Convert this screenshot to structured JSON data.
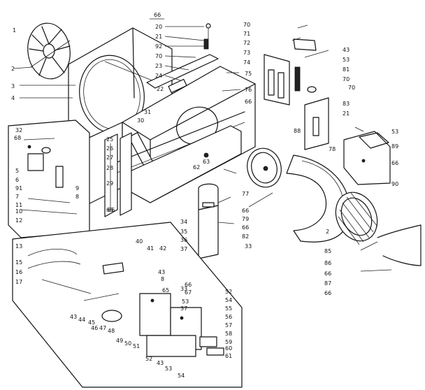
{
  "diagram": {
    "callouts": [
      {
        "id": "c1",
        "text": "66"
      },
      {
        "id": "c2",
        "text": "20"
      },
      {
        "id": "c3",
        "text": "21"
      },
      {
        "id": "c4",
        "text": "92"
      },
      {
        "id": "c5",
        "text": "70"
      },
      {
        "id": "c6",
        "text": "23"
      },
      {
        "id": "c7",
        "text": "24"
      },
      {
        "id": "c8",
        "text": "1"
      },
      {
        "id": "c9",
        "text": "2"
      },
      {
        "id": "c10",
        "text": "3"
      },
      {
        "id": "c11",
        "text": "4"
      },
      {
        "id": "c12",
        "text": "22"
      },
      {
        "id": "c13",
        "text": "30"
      },
      {
        "id": "c14",
        "text": "31"
      },
      {
        "id": "c15",
        "text": "32"
      },
      {
        "id": "c16",
        "text": "68"
      },
      {
        "id": "c17",
        "text": "5"
      },
      {
        "id": "c18",
        "text": "6"
      },
      {
        "id": "c19",
        "text": "91"
      },
      {
        "id": "c20",
        "text": "7"
      },
      {
        "id": "c21",
        "text": "11"
      },
      {
        "id": "c22",
        "text": "10"
      },
      {
        "id": "c23",
        "text": "12"
      },
      {
        "id": "c24",
        "text": "9"
      },
      {
        "id": "c25",
        "text": "8"
      },
      {
        "id": "c26",
        "text": "25"
      },
      {
        "id": "c27",
        "text": "26"
      },
      {
        "id": "c28",
        "text": "27"
      },
      {
        "id": "c29",
        "text": "28"
      },
      {
        "id": "c30",
        "text": "29"
      },
      {
        "id": "c31",
        "text": "66"
      },
      {
        "id": "c32",
        "text": "75"
      },
      {
        "id": "c33",
        "text": "76"
      },
      {
        "id": "c34",
        "text": "66"
      },
      {
        "id": "c35",
        "text": "62"
      },
      {
        "id": "c36",
        "text": "63"
      },
      {
        "id": "c37",
        "text": "70"
      },
      {
        "id": "c38",
        "text": "71"
      },
      {
        "id": "c39",
        "text": "72"
      },
      {
        "id": "c40",
        "text": "73"
      },
      {
        "id": "c41",
        "text": "74"
      },
      {
        "id": "c42",
        "text": "43"
      },
      {
        "id": "c43",
        "text": "53"
      },
      {
        "id": "c44",
        "text": "81"
      },
      {
        "id": "c45",
        "text": "70"
      },
      {
        "id": "c46",
        "text": "70"
      },
      {
        "id": "c47",
        "text": "83"
      },
      {
        "id": "c48",
        "text": "21"
      },
      {
        "id": "c49",
        "text": "88"
      },
      {
        "id": "c50",
        "text": "53"
      },
      {
        "id": "c51",
        "text": "78"
      },
      {
        "id": "c52",
        "text": "89"
      },
      {
        "id": "c53",
        "text": "66"
      },
      {
        "id": "c54",
        "text": "90"
      },
      {
        "id": "c55",
        "text": "77"
      },
      {
        "id": "c56",
        "text": "66"
      },
      {
        "id": "c57",
        "text": "79"
      },
      {
        "id": "c58",
        "text": "66"
      },
      {
        "id": "c59",
        "text": "82"
      },
      {
        "id": "c60",
        "text": "34"
      },
      {
        "id": "c61",
        "text": "35"
      },
      {
        "id": "c62",
        "text": "36"
      },
      {
        "id": "c63",
        "text": "37"
      },
      {
        "id": "c64",
        "text": "33"
      },
      {
        "id": "c65",
        "text": "2"
      },
      {
        "id": "c66",
        "text": "85"
      },
      {
        "id": "c67",
        "text": "86"
      },
      {
        "id": "c68",
        "text": "66"
      },
      {
        "id": "c69",
        "text": "87"
      },
      {
        "id": "c70",
        "text": "66"
      },
      {
        "id": "c71",
        "text": "13"
      },
      {
        "id": "c72",
        "text": "15"
      },
      {
        "id": "c73",
        "text": "16"
      },
      {
        "id": "c74",
        "text": "17"
      },
      {
        "id": "c75",
        "text": "40"
      },
      {
        "id": "c76",
        "text": "41"
      },
      {
        "id": "c77",
        "text": "42"
      },
      {
        "id": "c78",
        "text": "43"
      },
      {
        "id": "c79",
        "text": "8"
      },
      {
        "id": "c80",
        "text": "65"
      },
      {
        "id": "c81",
        "text": "66"
      },
      {
        "id": "c82",
        "text": "67"
      },
      {
        "id": "c83",
        "text": "52"
      },
      {
        "id": "c84",
        "text": "54"
      },
      {
        "id": "c85",
        "text": "53"
      },
      {
        "id": "c86",
        "text": "55"
      },
      {
        "id": "c87",
        "text": "56"
      },
      {
        "id": "c88",
        "text": "57"
      },
      {
        "id": "c89",
        "text": "58"
      },
      {
        "id": "c90",
        "text": "59"
      },
      {
        "id": "c91",
        "text": "60"
      },
      {
        "id": "c92",
        "text": "61"
      },
      {
        "id": "c93",
        "text": "43"
      },
      {
        "id": "c94",
        "text": "44"
      },
      {
        "id": "c95",
        "text": "45"
      },
      {
        "id": "c96",
        "text": "46"
      },
      {
        "id": "c97",
        "text": "47"
      },
      {
        "id": "c98",
        "text": "48"
      },
      {
        "id": "c99",
        "text": "49"
      },
      {
        "id": "c100",
        "text": "50"
      },
      {
        "id": "c101",
        "text": "51"
      },
      {
        "id": "c102",
        "text": "52"
      },
      {
        "id": "c103",
        "text": "43"
      },
      {
        "id": "c104",
        "text": "53"
      },
      {
        "id": "c105",
        "text": "54"
      },
      {
        "id": "c106",
        "text": "66"
      },
      {
        "id": "c107",
        "text": "33"
      },
      {
        "id": "c108",
        "text": "37"
      }
    ]
  }
}
